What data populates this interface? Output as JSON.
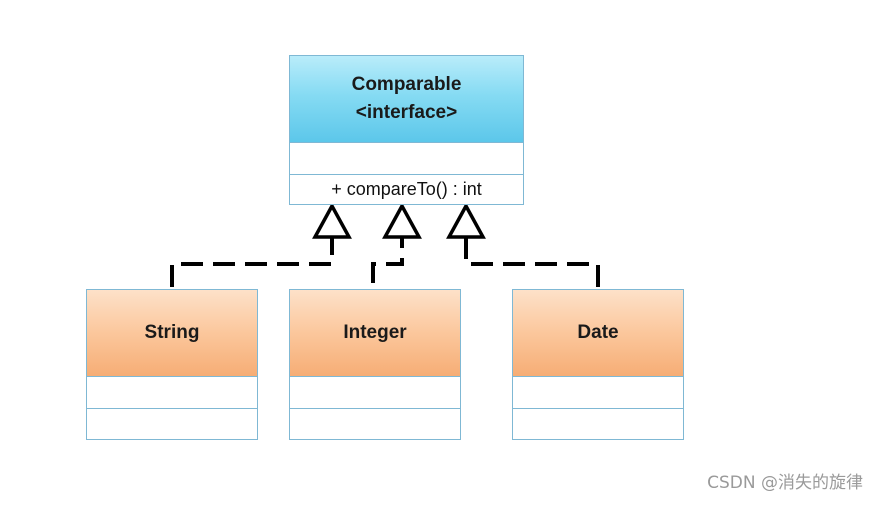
{
  "diagram": {
    "interface": {
      "name": "Comparable",
      "stereotype": "<interface>",
      "attributes": "",
      "method": "+ compareTo() : int"
    },
    "classes": [
      {
        "name": "String"
      },
      {
        "name": "Integer"
      },
      {
        "name": "Date"
      }
    ],
    "colors": {
      "interface_fill": "#86dbf3",
      "class_fill": "#fbc79c",
      "border": "#7fb8d4",
      "connector": "#000000"
    }
  },
  "watermark": "CSDN @消失的旋律"
}
